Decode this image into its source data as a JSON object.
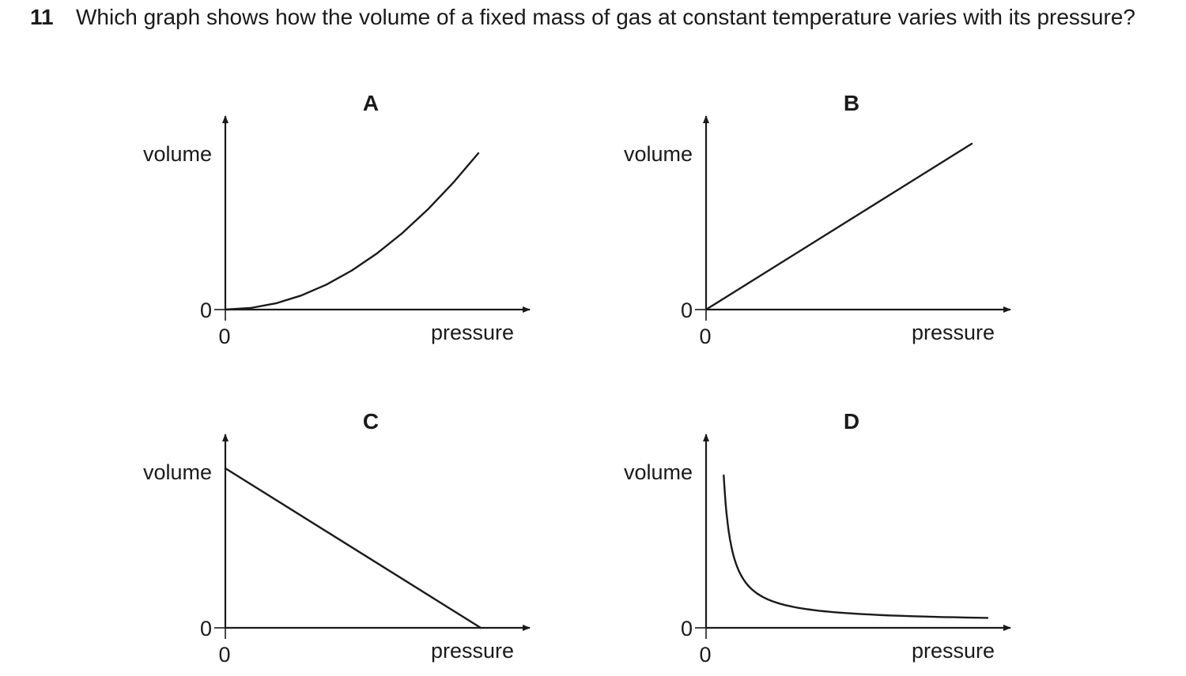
{
  "question": {
    "number": "11",
    "text": "Which graph shows how the volume of a fixed mass of gas at constant temperature varies with its pressure?"
  },
  "chart_data": [
    {
      "type": "line",
      "option": "A",
      "xlabel": "pressure",
      "ylabel": "volume",
      "xorigin": "0",
      "yorigin": "0",
      "shape": "quadratic-increasing",
      "x": [
        0,
        0.1,
        0.2,
        0.3,
        0.4,
        0.5,
        0.6,
        0.7,
        0.8,
        0.9,
        1.0
      ],
      "y": [
        0,
        0.01,
        0.04,
        0.09,
        0.16,
        0.25,
        0.36,
        0.49,
        0.64,
        0.81,
        1.0
      ]
    },
    {
      "type": "line",
      "option": "B",
      "xlabel": "pressure",
      "ylabel": "volume",
      "xorigin": "0",
      "yorigin": "0",
      "shape": "linear-increasing-through-origin",
      "x": [
        0,
        1.0
      ],
      "y": [
        0,
        1.0
      ]
    },
    {
      "type": "line",
      "option": "C",
      "xlabel": "pressure",
      "ylabel": "volume",
      "xorigin": "0",
      "yorigin": "0",
      "shape": "linear-decreasing",
      "x": [
        0,
        1.0
      ],
      "y": [
        1.0,
        0
      ]
    },
    {
      "type": "line",
      "option": "D",
      "xlabel": "pressure",
      "ylabel": "volume",
      "xorigin": "0",
      "yorigin": "0",
      "shape": "inverse-proportional",
      "x": [
        0.03,
        0.04,
        0.05,
        0.07,
        0.1,
        0.15,
        0.2,
        0.3,
        0.4,
        0.6,
        0.8,
        1.0
      ],
      "y": [
        1.0,
        0.75,
        0.6,
        0.43,
        0.3,
        0.2,
        0.15,
        0.1,
        0.075,
        0.05,
        0.0375,
        0.03
      ]
    }
  ]
}
